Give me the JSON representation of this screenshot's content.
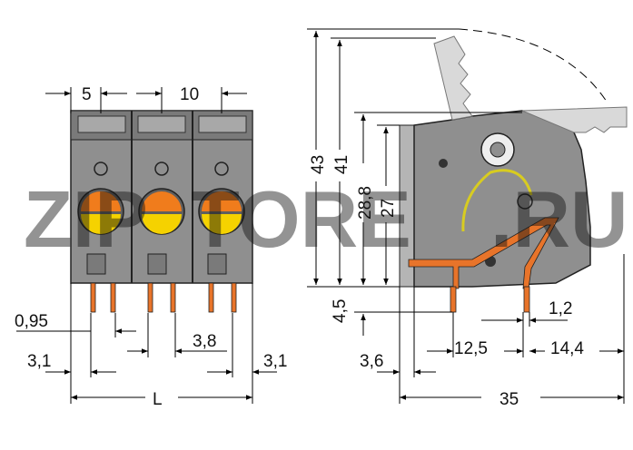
{
  "watermark": {
    "brand": "ZIP",
    "brand_rest": "TORE",
    "suffix": ".RU",
    "color": "#f0a24a"
  },
  "colors": {
    "housing": "#8f8f8f",
    "housing_dark": "#6b6b6b",
    "lever_orange": "#f07c1c",
    "lever_yellow": "#f5d200",
    "pin_orange": "#e8742a",
    "dim_line": "#000000"
  },
  "front_view": {
    "top_pitch": [
      "5",
      "10"
    ],
    "pin_diameter": "0,95",
    "pin_pitch": "3,8",
    "left_offset": "3,1",
    "right_offset": "3,1",
    "length": "L"
  },
  "side_view": {
    "heights": [
      "43",
      "41",
      "28,8",
      "27"
    ],
    "bottom_pin": "4,5",
    "pin_offset_left": "3,6",
    "pin_span": "12,5",
    "pin_width": "1,2",
    "right_span": "14,4",
    "total_depth": "35"
  }
}
